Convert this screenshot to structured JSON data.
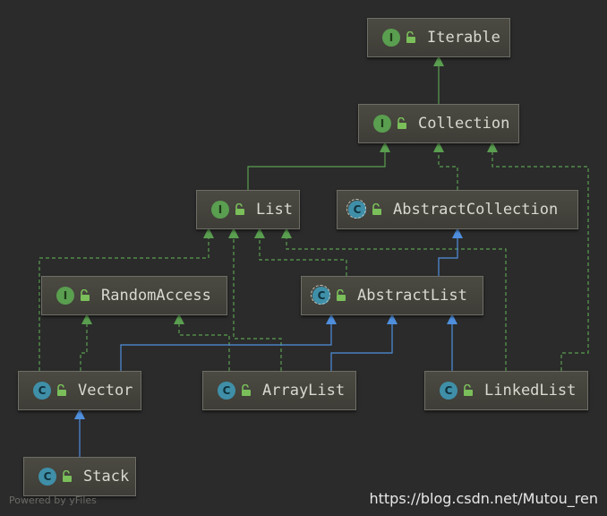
{
  "nodes": {
    "iterable": {
      "label": "Iterable",
      "kind": "interface",
      "badge": "I"
    },
    "collection": {
      "label": "Collection",
      "kind": "interface",
      "badge": "I"
    },
    "list": {
      "label": "List",
      "kind": "interface",
      "badge": "I"
    },
    "abstract_collection": {
      "label": "AbstractCollection",
      "kind": "abstract-class",
      "badge": "C"
    },
    "random_access": {
      "label": "RandomAccess",
      "kind": "interface",
      "badge": "I"
    },
    "abstract_list": {
      "label": "AbstractList",
      "kind": "abstract-class",
      "badge": "C"
    },
    "vector": {
      "label": "Vector",
      "kind": "class",
      "badge": "C"
    },
    "array_list": {
      "label": "ArrayList",
      "kind": "class",
      "badge": "C"
    },
    "linked_list": {
      "label": "LinkedList",
      "kind": "class",
      "badge": "C"
    },
    "stack": {
      "label": "Stack",
      "kind": "class",
      "badge": "C"
    }
  },
  "edges": [
    {
      "from": "collection",
      "to": "iterable",
      "type": "extends-interface"
    },
    {
      "from": "list",
      "to": "collection",
      "type": "extends-interface"
    },
    {
      "from": "abstract_collection",
      "to": "collection",
      "type": "implements"
    },
    {
      "from": "linked_list",
      "to": "collection",
      "type": "implements"
    },
    {
      "from": "vector",
      "to": "list",
      "type": "implements"
    },
    {
      "from": "array_list",
      "to": "list",
      "type": "implements"
    },
    {
      "from": "abstract_list",
      "to": "list",
      "type": "implements"
    },
    {
      "from": "linked_list",
      "to": "list",
      "type": "implements"
    },
    {
      "from": "abstract_list",
      "to": "abstract_collection",
      "type": "extends-class"
    },
    {
      "from": "vector",
      "to": "random_access",
      "type": "implements"
    },
    {
      "from": "array_list",
      "to": "random_access",
      "type": "implements"
    },
    {
      "from": "vector",
      "to": "abstract_list",
      "type": "extends-class"
    },
    {
      "from": "array_list",
      "to": "abstract_list",
      "type": "extends-class"
    },
    {
      "from": "linked_list",
      "to": "abstract_list",
      "type": "extends-class"
    },
    {
      "from": "stack",
      "to": "vector",
      "type": "extends-class"
    }
  ],
  "colors": {
    "background": "#2b2b2b",
    "interface_edge": "#5a9e50",
    "class_edge": "#4f8fdd",
    "interface_badge": "#5a9e50",
    "class_badge": "#3f8fa8",
    "lock": "#7bbf5a"
  },
  "footer": {
    "powered_by": "Powered by yFiles",
    "watermark": "https://blog.csdn.net/Mutou_ren"
  }
}
